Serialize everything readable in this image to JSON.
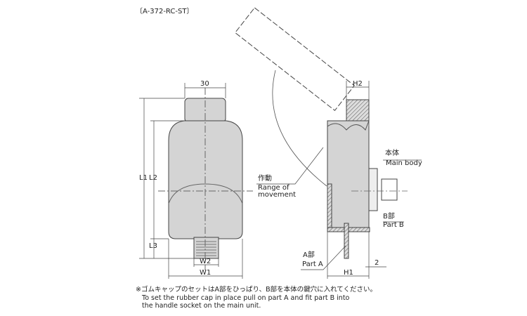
{
  "title": "〔A-372-RC-ST〕",
  "front_view": {
    "dim_top": "30",
    "dim_l1": "L1",
    "dim_l2": "L2",
    "dim_l3": "L3",
    "dim_w2": "W2",
    "dim_w1": "W1"
  },
  "side_view": {
    "dim_h2": "H2",
    "dim_h1": "H1",
    "dim_gap": "2",
    "main_body_jp": "本体",
    "main_body_en": "Main body",
    "range_jp": "作動",
    "range_en_1": "Range of",
    "range_en_2": "movement",
    "part_b_jp": "B部",
    "part_b_en": "Part B",
    "part_a_jp": "A部",
    "part_a_en": "Part A"
  },
  "note": {
    "jp": "※ゴムキャップのセットはA部をひっぱり、B部を本体の鍵穴に入れてください。",
    "en_1": "To set the rubber cap in place pull on part A and fit part B into",
    "en_2": "the handle socket on  the main unit."
  }
}
